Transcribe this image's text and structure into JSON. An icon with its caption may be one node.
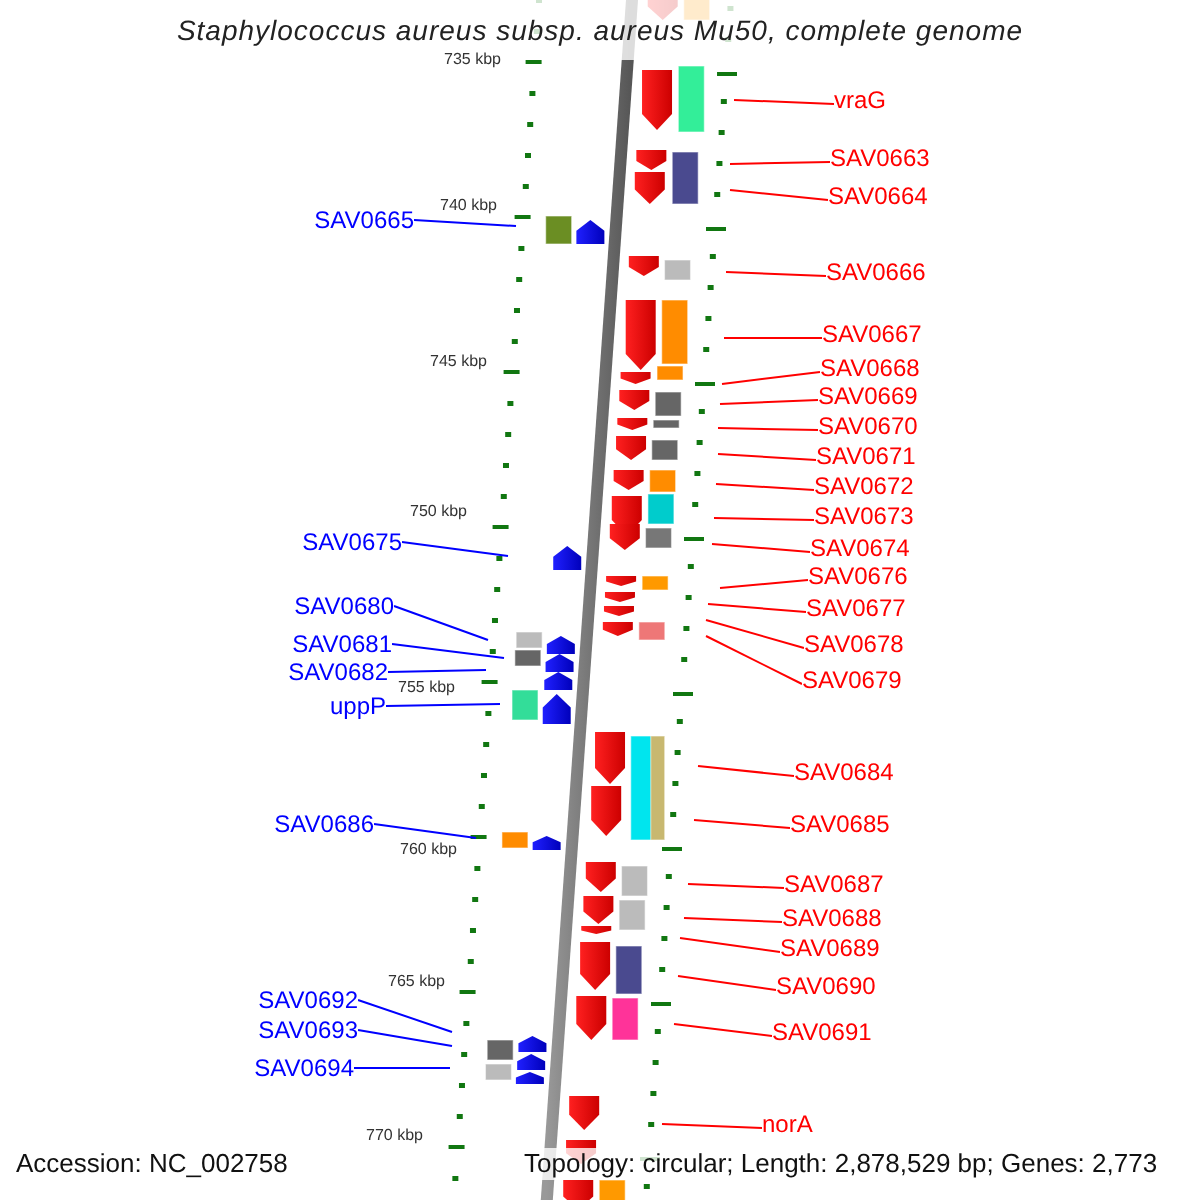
{
  "diagram": {
    "title": "Staphylococcus aureus subsp. aureus Mu50, complete genome",
    "nodes": [
      {
        "text": [
          "vraG"
        ]
      },
      {
        "text": [
          "SAV0663"
        ]
      },
      {
        "text": [
          "SAV0664"
        ]
      },
      {
        "text": [
          "SAV0665"
        ]
      },
      {
        "text": [
          "SAV0666"
        ]
      },
      {
        "text": [
          "SAV0667"
        ]
      },
      {
        "text": [
          "SAV0668"
        ]
      },
      {
        "text": [
          "SAV0669"
        ]
      },
      {
        "text": [
          "SAV0670"
        ]
      },
      {
        "text": [
          "SAV0671"
        ]
      },
      {
        "text": [
          "SAV0672"
        ]
      },
      {
        "text": [
          "SAV0673"
        ]
      },
      {
        "text": [
          "SAV0675"
        ]
      },
      {
        "text": [
          "SAV0674"
        ]
      },
      {
        "text": [
          "SAV0676"
        ]
      },
      {
        "text": [
          "SAV0680"
        ]
      },
      {
        "text": [
          "SAV0677"
        ]
      },
      {
        "text": [
          "SAV0681"
        ]
      },
      {
        "text": [
          "SAV0678"
        ]
      },
      {
        "text": [
          "SAV0682"
        ]
      },
      {
        "text": [
          "SAV0679"
        ]
      },
      {
        "text": [
          "uppP"
        ]
      },
      {
        "text": [
          "SAV0684"
        ]
      },
      {
        "text": [
          "SAV0686"
        ]
      },
      {
        "text": [
          "SAV0685"
        ]
      },
      {
        "text": [
          "SAV0687"
        ]
      },
      {
        "text": [
          "SAV0688"
        ]
      },
      {
        "text": [
          "SAV0689"
        ]
      },
      {
        "text": [
          "SAV0690"
        ]
      },
      {
        "text": [
          "SAV0692"
        ]
      },
      {
        "text": [
          "SAV0693"
        ]
      },
      {
        "text": [
          "SAV0691"
        ]
      },
      {
        "text": [
          "SAV0694"
        ]
      },
      {
        "text": [
          "norA"
        ]
      }
    ],
    "edges": [
      {
        "from": 0,
        "to": null,
        "arrow": "none"
      },
      {
        "from": 1,
        "to": null,
        "arrow": "none"
      },
      {
        "from": 2,
        "to": null,
        "arrow": "none"
      },
      {
        "from": 3,
        "to": null,
        "arrow": "none",
        "color": "#0000ff"
      },
      {
        "from": 4,
        "to": null,
        "arrow": "none"
      },
      {
        "from": 5,
        "to": null,
        "arrow": "none"
      },
      {
        "from": 6,
        "to": null,
        "arrow": "none"
      },
      {
        "from": 7,
        "to": null,
        "arrow": "none"
      },
      {
        "from": 8,
        "to": null,
        "arrow": "none"
      },
      {
        "from": 9,
        "to": null,
        "arrow": "none"
      },
      {
        "from": 10,
        "to": null,
        "arrow": "none"
      },
      {
        "from": 11,
        "to": null,
        "arrow": "none"
      },
      {
        "from": 12,
        "to": null,
        "arrow": "none",
        "color": "#0000ff"
      },
      {
        "from": 13,
        "to": null,
        "arrow": "none"
      },
      {
        "from": 14,
        "to": null,
        "arrow": "none"
      },
      {
        "from": 15,
        "to": null,
        "arrow": "none",
        "color": "#0000ff"
      },
      {
        "from": 16,
        "to": null,
        "arrow": "none"
      },
      {
        "from": 17,
        "to": null,
        "arrow": "none",
        "color": "#0000ff"
      },
      {
        "from": 18,
        "to": null,
        "arrow": "none"
      },
      {
        "from": 19,
        "to": null,
        "arrow": "none",
        "color": "#0000ff"
      },
      {
        "from": 20,
        "to": null,
        "arrow": "none"
      },
      {
        "from": 21,
        "to": null,
        "arrow": "none",
        "color": "#0000ff"
      },
      {
        "from": 22,
        "to": null,
        "arrow": "none"
      },
      {
        "from": 23,
        "to": null,
        "arrow": "none",
        "color": "#0000ff"
      },
      {
        "from": 24,
        "to": null,
        "arrow": "none"
      },
      {
        "from": 25,
        "to": null,
        "arrow": "none"
      },
      {
        "from": 26,
        "to": null,
        "arrow": "none"
      },
      {
        "from": 27,
        "to": null,
        "arrow": "none"
      },
      {
        "from": 28,
        "to": null,
        "arrow": "none"
      },
      {
        "from": 29,
        "to": null,
        "arrow": "none",
        "color": "#0000ff"
      },
      {
        "from": 30,
        "to": null,
        "arrow": "none",
        "color": "#0000ff"
      },
      {
        "from": 31,
        "to": null,
        "arrow": "none"
      },
      {
        "from": 32,
        "to": null,
        "arrow": "none",
        "color": "#0000ff"
      },
      {
        "from": 33,
        "to": null,
        "arrow": "none"
      }
    ],
    "labels": [
      "735 kbp",
      "740 kbp",
      "745 kbp",
      "750 kbp",
      "755 kbp",
      "760 kbp",
      "765 kbp",
      "770 kbp",
      "Accession: NC_002758",
      "Topology: circular; Length: 2,878,529 bp; Genes: 2,773"
    ]
  }
}
